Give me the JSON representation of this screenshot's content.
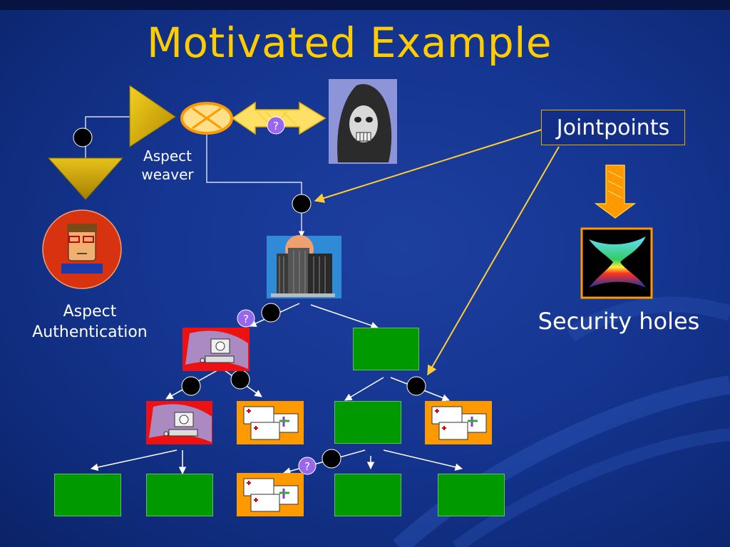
{
  "title": "Motivated Example",
  "labels": {
    "aspect_weaver": [
      "Aspect",
      "weaver"
    ],
    "aspect_authentication": [
      "Aspect",
      "Authentication"
    ],
    "jointpoints": "Jointpoints",
    "security_holes": "Security holes",
    "question_mark": "?"
  },
  "colors": {
    "background": "#153591",
    "title": "#ffcc00",
    "node": "#009900",
    "component": "#ff9900",
    "workstation": "#ee1111",
    "arrow": "#ffcc33",
    "jointpoint": "#000000"
  },
  "icons": {
    "weaver": "triangle-weaver-icon",
    "hacker": "hooded-hacker-icon",
    "person": "person-with-glasses-icon",
    "server": "office-building-icon",
    "workstation": "computer-terminal-icon",
    "component": "software-component-icon",
    "security": "security-hole-3d-surface-icon"
  }
}
